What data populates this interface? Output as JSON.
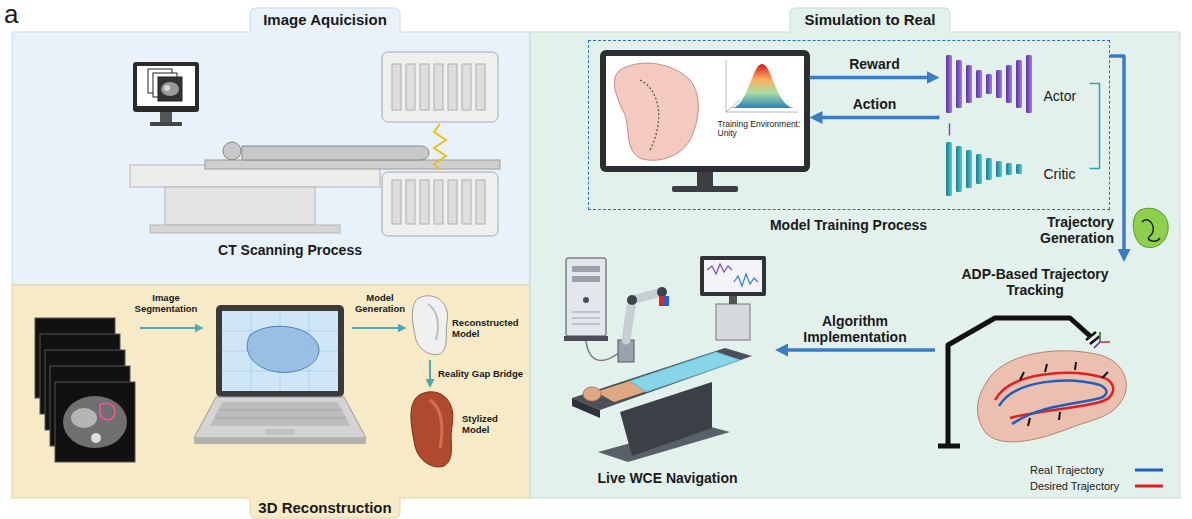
{
  "diagram": {
    "nodes": [
      {
        "text": [
          "Image Aquicision"
        ]
      },
      {
        "text": [
          "3D Reconstruction"
        ]
      },
      {
        "text": [
          "Simulation to Real"
        ]
      },
      {
        "text": [
          "Model Training Process"
        ],
        "in": 2
      },
      {
        "text": [
          "Training Environment: Unity"
        ],
        "in": 3
      },
      {
        "text": [
          "Actor"
        ],
        "in": 3
      },
      {
        "text": [
          "Critic"
        ],
        "in": 3
      },
      {
        "text": [
          "ADP-Based Trajectory Tracking"
        ],
        "in": 2
      },
      {
        "text": [
          "Live WCE Navigation"
        ],
        "in": 2
      },
      {
        "text": [
          "Reconstructed Model"
        ],
        "in": 1
      },
      {
        "text": [
          "Stylized Model"
        ],
        "in": 1
      }
    ],
    "edges": [
      {
        "from": 4,
        "to": 5,
        "label": "Reward",
        "arrow": "to"
      },
      {
        "from": 5,
        "to": 4,
        "label": "Action",
        "arrow": "to"
      },
      {
        "from": 5,
        "to": 6,
        "arrow": "none"
      },
      {
        "from": 5,
        "to": 6,
        "arrow": "none"
      },
      {
        "from": 3,
        "to": 7,
        "arrow": "to"
      },
      {
        "from": 7,
        "to": 8,
        "label": "Algorithm Implementation",
        "arrow": "to"
      },
      {
        "from": 9,
        "to": 10,
        "label": "Reality Gap Bridge",
        "arrow": "to"
      }
    ],
    "labels": [
      "a",
      "CT Scanning Process",
      "Image Segmentation",
      "Model Generation",
      "Trajectory Generation"
    ],
    "legend": [
      {
        "text": "Real Trajectory"
      },
      {
        "text": "Desired Trajectory"
      }
    ]
  }
}
